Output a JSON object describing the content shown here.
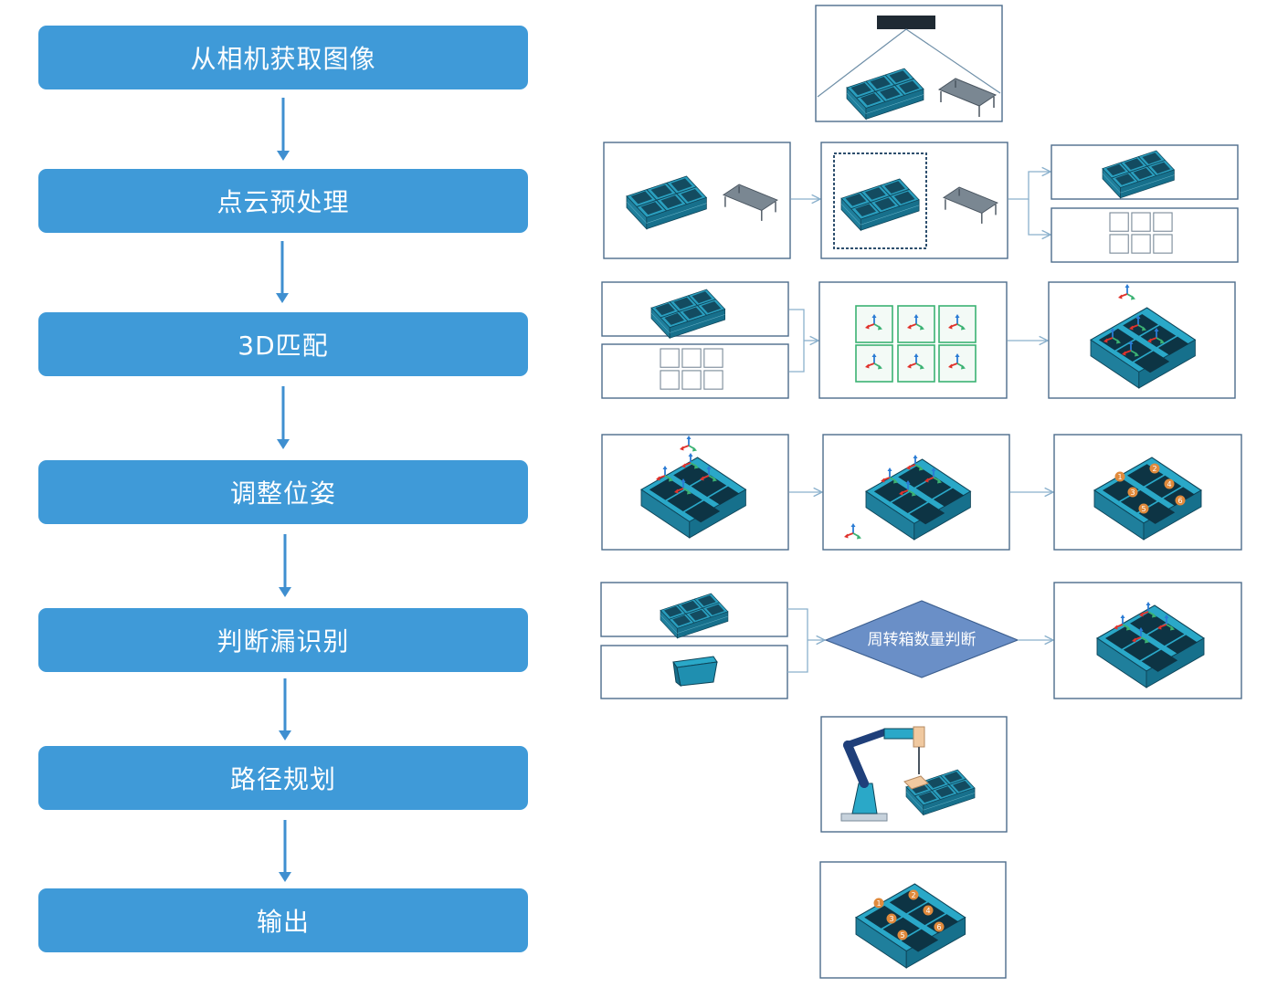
{
  "steps": [
    {
      "label": "从相机获取图像"
    },
    {
      "label": "点云预处理"
    },
    {
      "label": "3D匹配"
    },
    {
      "label": "调整位姿"
    },
    {
      "label": "判断漏识别"
    },
    {
      "label": "路径规划"
    },
    {
      "label": "输出"
    }
  ],
  "decision": {
    "label": "周转箱数量判断"
  },
  "pick_order": [
    "1",
    "2",
    "3",
    "4",
    "5",
    "6"
  ],
  "colors": {
    "step_fill": "#3f9ad8",
    "step_text": "#ffffff",
    "flow_arrow": "#3f8fd0",
    "panel_border": "#4d6d8c",
    "connector": "#8ab0cc",
    "box_teal": "#2a9fbf",
    "box_dark": "#123a4c",
    "decision_fill": "#6a8fc7",
    "match_green": "#3bb273",
    "label_orange": "#e08a3c"
  }
}
